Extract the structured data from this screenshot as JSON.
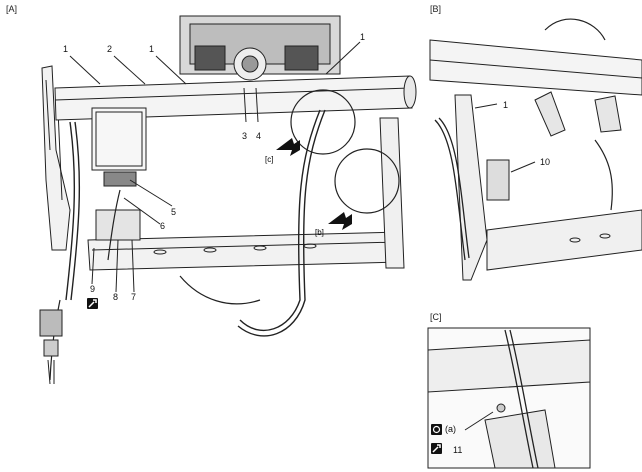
{
  "panels": {
    "A": {
      "label": "[A]"
    },
    "B": {
      "label": "[B]"
    },
    "C": {
      "label": "[C]"
    }
  },
  "detail_tags": {
    "c": "[c]",
    "b": "[b]"
  },
  "callouts": {
    "A_1a": "1",
    "A_2": "2",
    "A_1b": "1",
    "A_1c": "1",
    "A_3": "3",
    "A_4": "4",
    "A_5": "5",
    "A_6": "6",
    "A_9": "9",
    "A_8": "8",
    "A_7": "7",
    "B_1": "1",
    "B_10": "10",
    "C_a": "(a)",
    "C_11": "11"
  },
  "icons": {
    "tighten": "wrench-icon",
    "torque": "torque-wrench-icon",
    "arrow": "view-direction-arrow-icon"
  }
}
